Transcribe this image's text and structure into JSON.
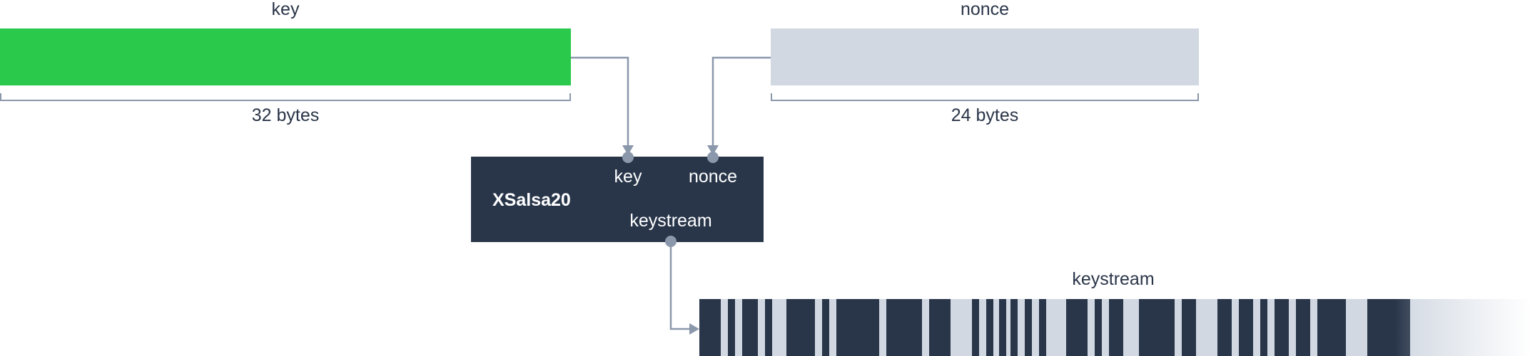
{
  "inputs": {
    "key": {
      "label": "key",
      "size_label": "32 bytes",
      "color": "#2ac94b"
    },
    "nonce": {
      "label": "nonce",
      "size_label": "24 bytes",
      "color": "#d1d8e2"
    }
  },
  "cipher_box": {
    "title": "XSalsa20",
    "input_ports": [
      "key",
      "nonce"
    ],
    "output_port": "keystream",
    "color": "#29364a"
  },
  "output": {
    "label": "keystream",
    "dark_color": "#29364a",
    "light_color": "#d1d8e2"
  },
  "connector_color": "#8b97ab"
}
